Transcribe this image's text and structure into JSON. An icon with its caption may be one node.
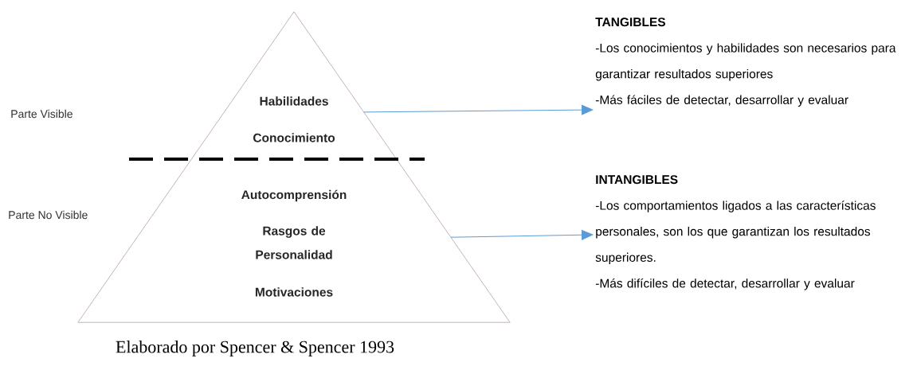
{
  "diagram": {
    "caption": "Elaborado por Spencer & Spencer 1993",
    "nodes": [
      {
        "text": [
          "Habilidades",
          "Conocimiento",
          "Autocomprensión",
          "Rasgos de Personalidad",
          "Motivaciones"
        ]
      },
      {
        "text": [
          "TANGIBLES",
          "-Los conocimientos y habilidades son necesarios para garantizar resultados superiores",
          "-Más fáciles de detectar, desarrollar y evaluar"
        ]
      },
      {
        "text": [
          "INTANGIBLES",
          "-Los comportamientos ligados a las características personales, son los que garantizan los resultados superiores.",
          "-Más difíciles de detectar, desarrollar y evaluar"
        ]
      }
    ],
    "edges": [
      {
        "from": 0,
        "to": 1,
        "arrow": "to",
        "color": "#5b9bd5"
      },
      {
        "from": 0,
        "to": 2,
        "arrow": "to",
        "color": "#5b9bd5"
      }
    ],
    "labels": [
      "Parte Visible",
      "Parte No Visible"
    ]
  }
}
